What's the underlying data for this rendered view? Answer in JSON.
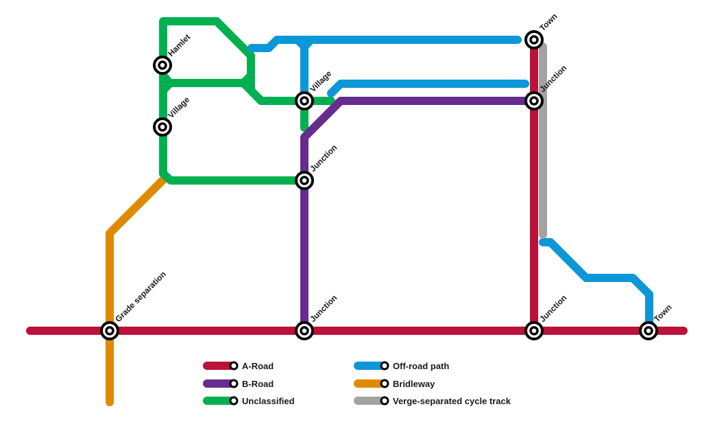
{
  "colors": {
    "a_road": "#BB1239",
    "b_road": "#662D8F",
    "unclassified": "#00B050",
    "off_road_path": "#0C97D8",
    "bridleway": "#DF8A00",
    "verge_cycle_track": "#A3A3A3"
  },
  "map": {
    "stations": [
      {
        "label": "Hamlet"
      },
      {
        "label": "Village"
      },
      {
        "label": "Village"
      },
      {
        "label": "Junction"
      },
      {
        "label": "Grade separation"
      },
      {
        "label": "Junction"
      },
      {
        "label": "Town"
      },
      {
        "label": "Junction"
      },
      {
        "label": "Junction"
      },
      {
        "label": "Town"
      }
    ]
  },
  "legend": {
    "items": [
      {
        "label": "A-Road",
        "color": "#BB1239"
      },
      {
        "label": "B-Road",
        "color": "#662D8F"
      },
      {
        "label": "Unclassified",
        "color": "#00B050"
      },
      {
        "label": "Off-road path",
        "color": "#0C97D8"
      },
      {
        "label": "Bridleway",
        "color": "#DF8A00"
      },
      {
        "label": "Verge-separated cycle track",
        "color": "#A3A3A3"
      }
    ]
  }
}
